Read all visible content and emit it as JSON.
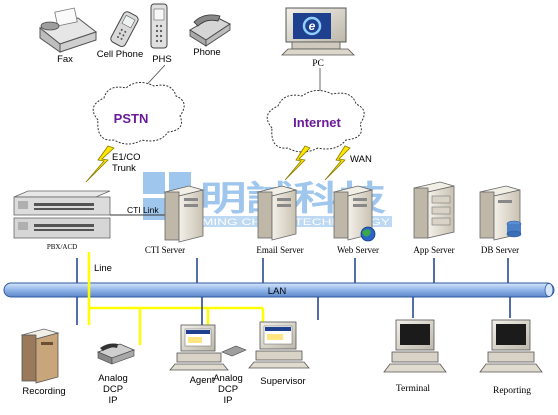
{
  "diagram": {
    "devices_top": {
      "fax": "Fax",
      "cell_phone": "Cell Phone",
      "phs": "PHS",
      "phone": "Phone",
      "pc": "PC"
    },
    "clouds": {
      "pstn": "PSTN",
      "internet": "Internet"
    },
    "links": {
      "e1_co": "E1/CO",
      "trunk": "Trunk",
      "wan": "WAN",
      "cti_link": "CTI Link",
      "line": "Line"
    },
    "servers": {
      "pbx": "PBX/ACD",
      "cti": "CTI Server",
      "email": "Email Server",
      "web": "Web Server",
      "app": "App Server",
      "db": "DB Server"
    },
    "bus": "LAN",
    "watermark": {
      "cn": "明誠科技",
      "en": "MING CHENG TECHNOLOGY"
    },
    "bottom": {
      "recording": "Recording",
      "analog1": "Analog",
      "dcp1": "DCP",
      "ip1": "IP",
      "agent": "Agent",
      "analog2": "Analog",
      "dcp2": "DCP",
      "ip2": "IP",
      "supervisor": "Supervisor",
      "terminal": "Terminal",
      "reporting": "Reporting"
    },
    "colors": {
      "lan_bus": "#8fb4e8",
      "line_yellow": "#ffff00",
      "drop_lines": "#1a3d8f",
      "cloud_text": "#6a1b9a",
      "lightning": "#ffe600",
      "watermark": "#7fb3e8"
    }
  }
}
